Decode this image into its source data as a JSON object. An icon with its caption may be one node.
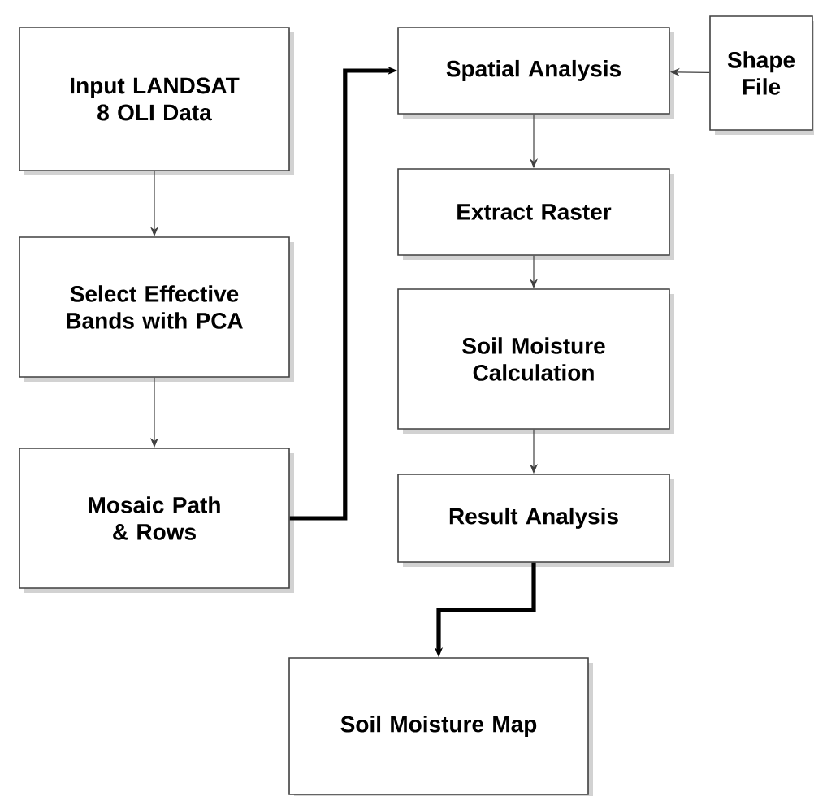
{
  "diagram": {
    "nodes": [
      {
        "text": [
          "Input LANDSAT 8 OLI Data"
        ]
      },
      {
        "text": [
          "Select Effective Bands with PCA"
        ]
      },
      {
        "text": [
          "Mosaic Path & Rows"
        ]
      },
      {
        "text": [
          "Spatial Analysis"
        ]
      },
      {
        "text": [
          "Shape File"
        ]
      },
      {
        "text": [
          "Extract Raster"
        ]
      },
      {
        "text": [
          "Soil Moisture Calculation"
        ]
      },
      {
        "text": [
          "Result Analysis"
        ]
      },
      {
        "text": [
          "Soil Moisture Map"
        ]
      }
    ],
    "edges": [
      {
        "from": 0,
        "to": 1,
        "arrow": "to"
      },
      {
        "from": 1,
        "to": 2,
        "arrow": "to"
      },
      {
        "from": 2,
        "to": 3,
        "arrow": "to",
        "style": "thick"
      },
      {
        "from": 4,
        "to": 3,
        "arrow": "to"
      },
      {
        "from": 3,
        "to": 5,
        "arrow": "to"
      },
      {
        "from": 5,
        "to": 6,
        "arrow": "to"
      },
      {
        "from": 6,
        "to": 7,
        "arrow": "to"
      },
      {
        "from": 7,
        "to": 8,
        "arrow": "to",
        "style": "thick"
      }
    ]
  }
}
